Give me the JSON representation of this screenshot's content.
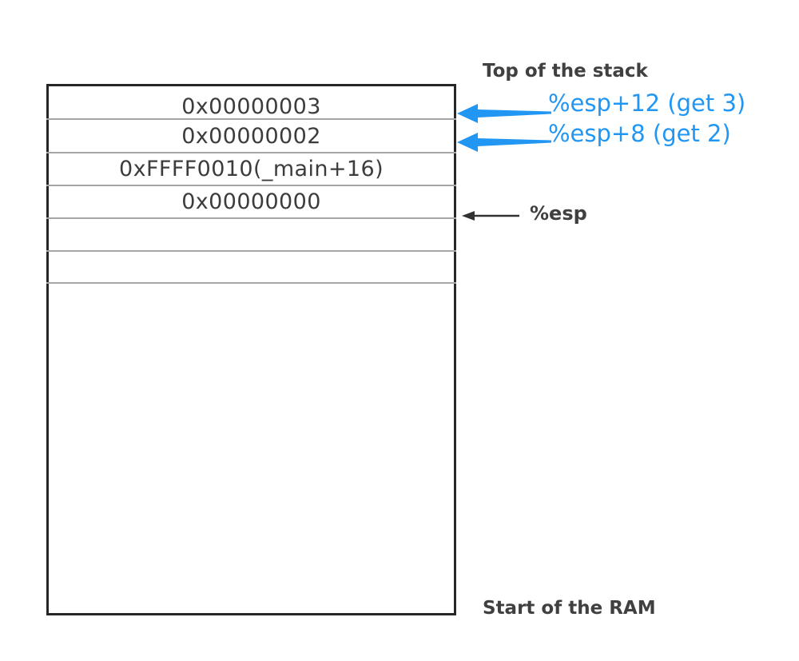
{
  "diagram": {
    "title_top": "Top of the stack",
    "title_bottom": "Start of the RAM",
    "accent_blue": "#2196f3",
    "border_color": "#262626",
    "separator_color": "#a6a6a6",
    "background": "#ffffff"
  },
  "stack": {
    "cells": [
      {
        "index": 0,
        "value": "0x00000003",
        "filled": true
      },
      {
        "index": 1,
        "value": "0x00000002",
        "filled": true
      },
      {
        "index": 2,
        "value": "0xFFFF0010(_main+16)",
        "filled": true
      },
      {
        "index": 3,
        "value": "0x00000000",
        "filled": true
      },
      {
        "index": 4,
        "value": "",
        "filled": false
      },
      {
        "index": 5,
        "value": "",
        "filled": false
      },
      {
        "index": 6,
        "value": "",
        "filled": false
      }
    ]
  },
  "annotations": [
    {
      "id": "esp-plus-12",
      "label": "%esp+12 (get 3)",
      "color": "#2196f3",
      "points_to_cell": 0,
      "arrow": "left-arrow-blue"
    },
    {
      "id": "esp-plus-8",
      "label": "%esp+8 (get 2)",
      "color": "#2196f3",
      "points_to_cell": 1,
      "arrow": "left-arrow-blue"
    },
    {
      "id": "esp",
      "label": "%esp",
      "color": "#404040",
      "points_to_cell": 3,
      "arrow": "left-arrow-black"
    }
  ]
}
